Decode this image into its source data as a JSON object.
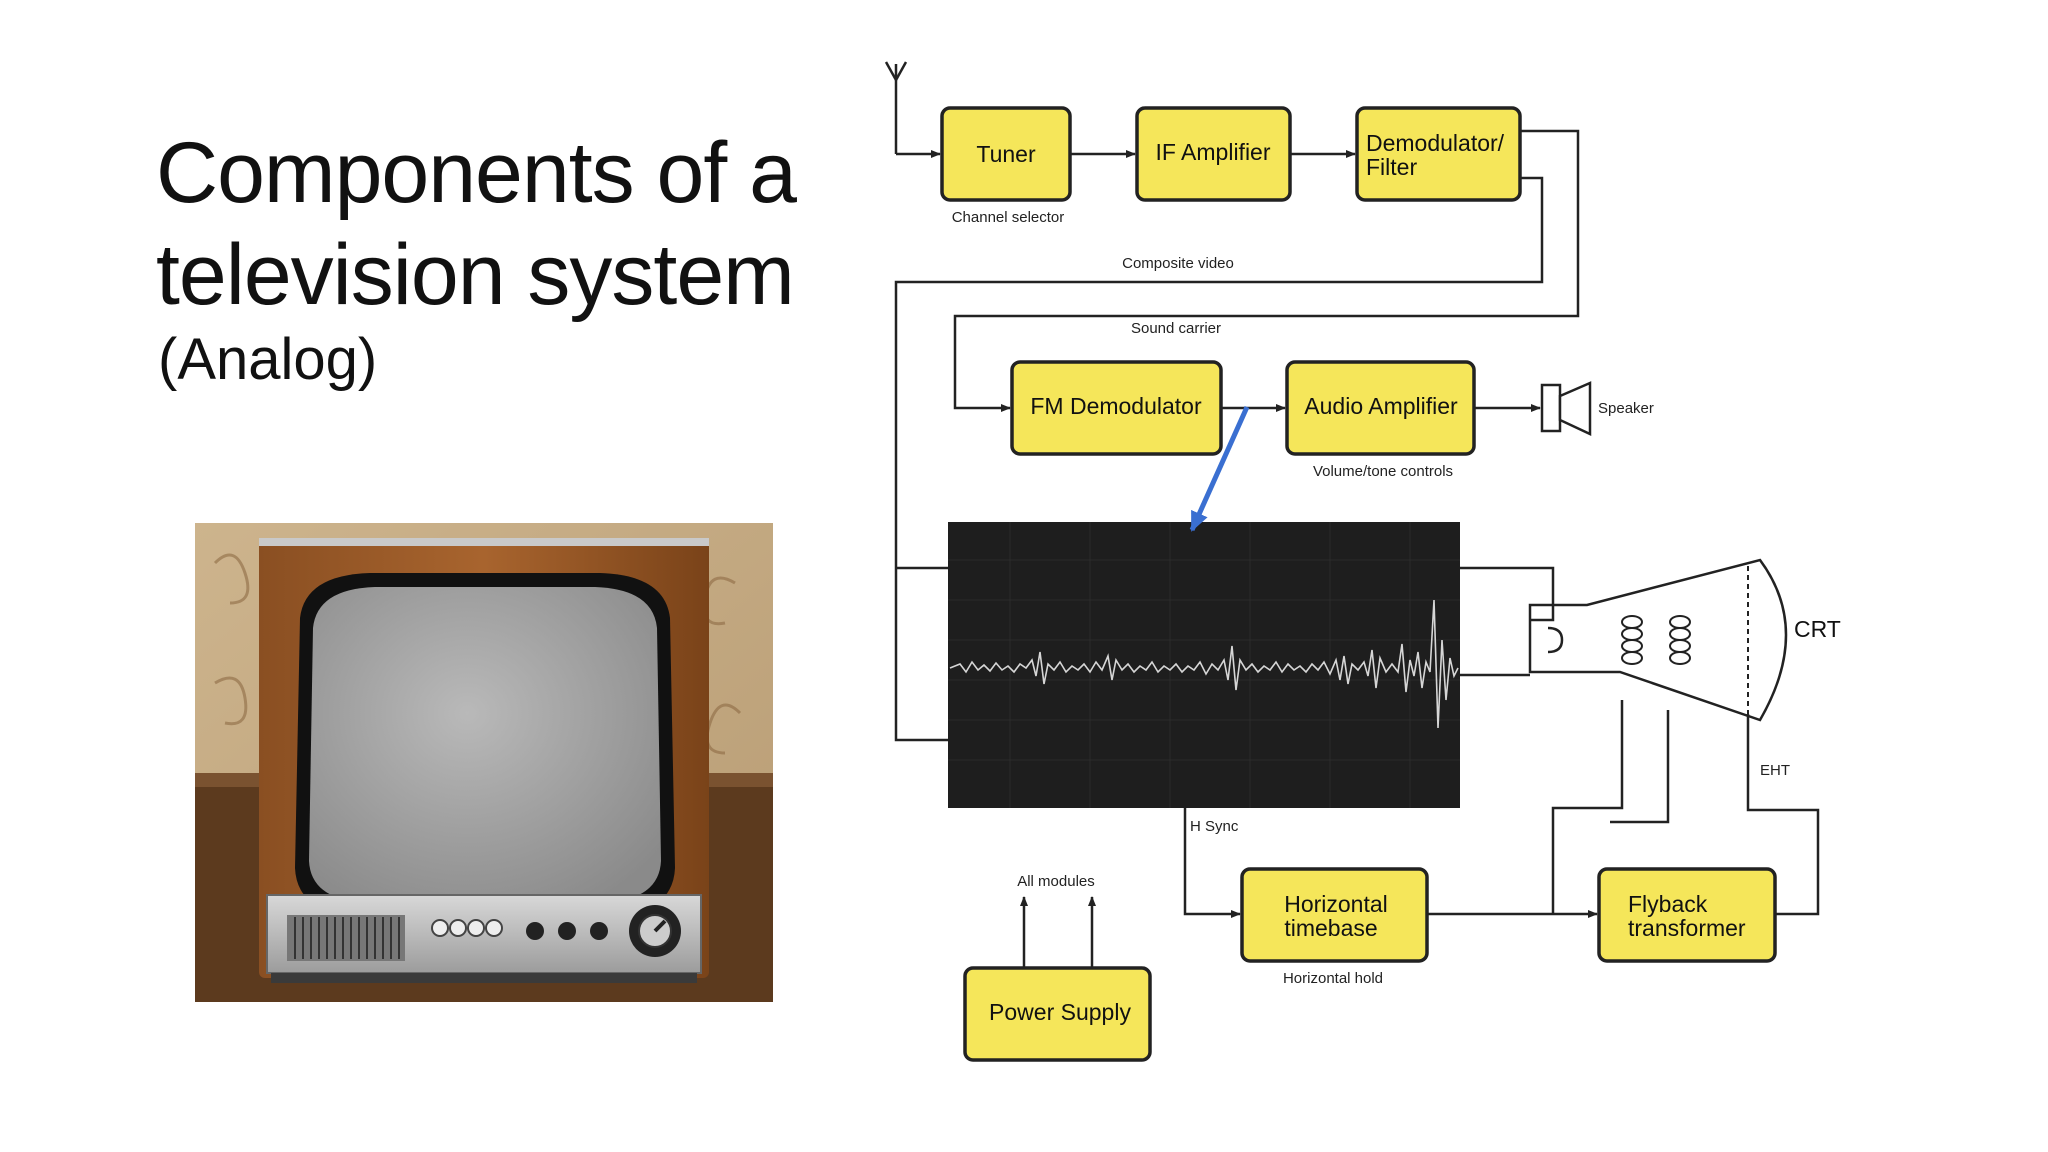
{
  "slide": {
    "title_line1": "Components of a",
    "title_line2": "television system",
    "subtitle": "(Analog)"
  },
  "diagram": {
    "blocks": {
      "tuner": "Tuner",
      "if_amplifier": "IF Amplifier",
      "demodulator_line1": "Demodulator/",
      "demodulator_line2": "Filter",
      "fm_demodulator": "FM Demodulator",
      "audio_amplifier": "Audio Amplifier",
      "horizontal_timebase_line1": "Horizontal",
      "horizontal_timebase_line2": "timebase",
      "flyback_line1": "Flyback",
      "flyback_line2": "transformer",
      "power_supply": "Power Supply"
    },
    "labels": {
      "channel_selector": "Channel selector",
      "composite_video": "Composite video",
      "sound_carrier": "Sound carrier",
      "speaker": "Speaker",
      "volume_tone": "Volume/tone controls",
      "crt": "CRT",
      "eht": "EHT",
      "h_sync": "H Sync",
      "all_modules": "All modules",
      "horizontal_hold": "Horizontal hold"
    },
    "colors": {
      "block_fill": "#f5e65a",
      "annotation_arrow": "#3a6fd1",
      "waveform_panel": "#1e1e1e"
    }
  }
}
